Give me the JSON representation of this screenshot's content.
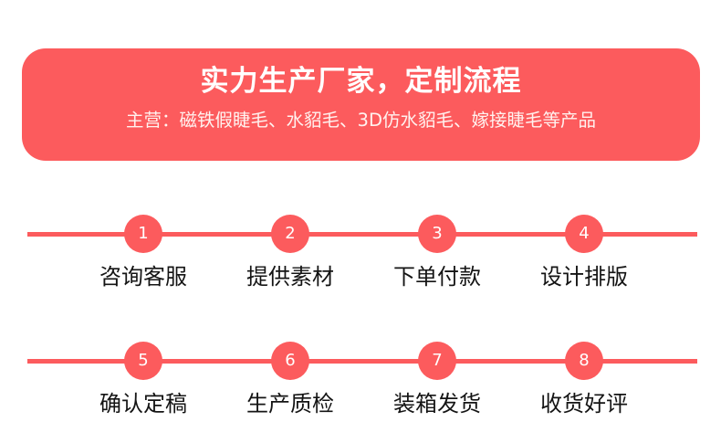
{
  "banner": {
    "title": "实力生产厂家，定制流程",
    "subtitle": "主营：磁铁假睫毛、水貂毛、3D仿水貂毛、嫁接睫毛等产品"
  },
  "steps_row_1": [
    {
      "number": "1",
      "label": "咨询客服"
    },
    {
      "number": "2",
      "label": "提供素材"
    },
    {
      "number": "3",
      "label": "下单付款"
    },
    {
      "number": "4",
      "label": "设计排版"
    }
  ],
  "steps_row_2": [
    {
      "number": "5",
      "label": "确认定稿"
    },
    {
      "number": "6",
      "label": "生产质检"
    },
    {
      "number": "7",
      "label": "装箱发货"
    },
    {
      "number": "8",
      "label": "收货好评"
    }
  ],
  "colors": {
    "accent": "#fc5b5d",
    "text": "#141414",
    "background": "#ffffff"
  }
}
